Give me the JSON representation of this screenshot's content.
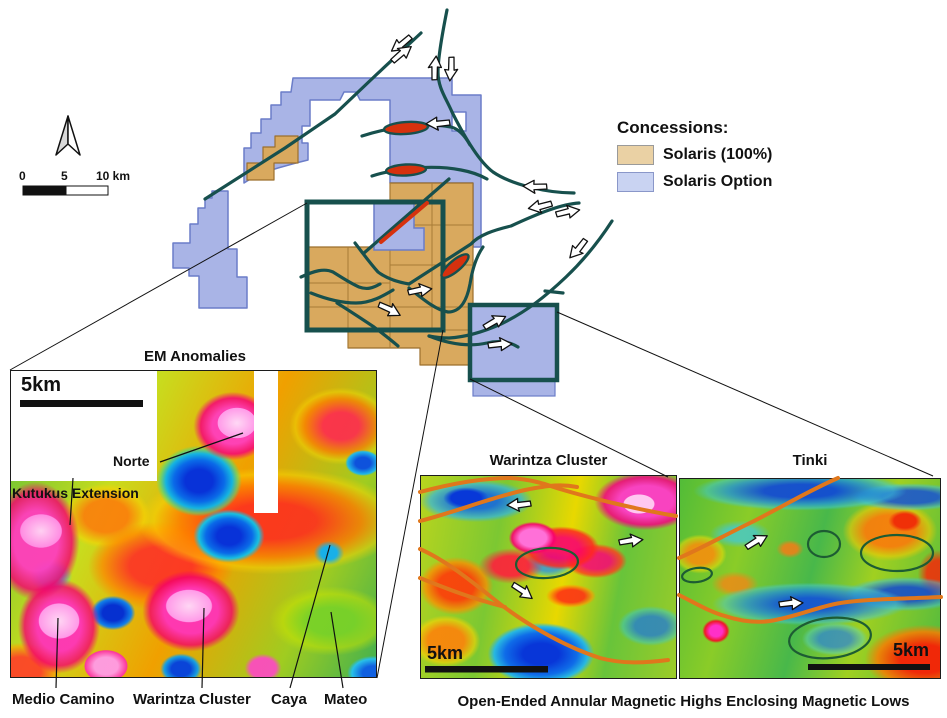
{
  "map": {
    "scale_bar": {
      "tick0": "0",
      "tick5": "5",
      "tick10": "10 km"
    },
    "legend": {
      "title": "Concessions:",
      "items": [
        {
          "label": "Solaris (100%)",
          "color": "#ead1a4"
        },
        {
          "label": "Solaris Option",
          "color": "#c9d3f2"
        }
      ]
    },
    "colors": {
      "solaris_100_fill": "#d9a95e",
      "solaris_option_fill": "#a9b4e6",
      "fault_line": "#17504d",
      "em_conductor_lens": "#d6310e",
      "magnetic_fault_line": "#e0771c",
      "annotation_ellipse": "#1d5c33"
    }
  },
  "em_panel": {
    "title": "EM Anomalies",
    "scale_label": "5km",
    "labels": {
      "norte": "Norte",
      "kutukus": "Kutukus Extension",
      "medio_camino": "Medio Camino",
      "warintza_cluster": "Warintza Cluster",
      "caya": "Caya",
      "mateo": "Mateo"
    }
  },
  "warintza_panel": {
    "title": "Warintza Cluster",
    "scale_label": "5km"
  },
  "tinki_panel": {
    "title": "Tinki",
    "scale_label": "5km"
  },
  "caption": "Open-Ended Annular Magnetic Highs Enclosing Magnetic Lows"
}
